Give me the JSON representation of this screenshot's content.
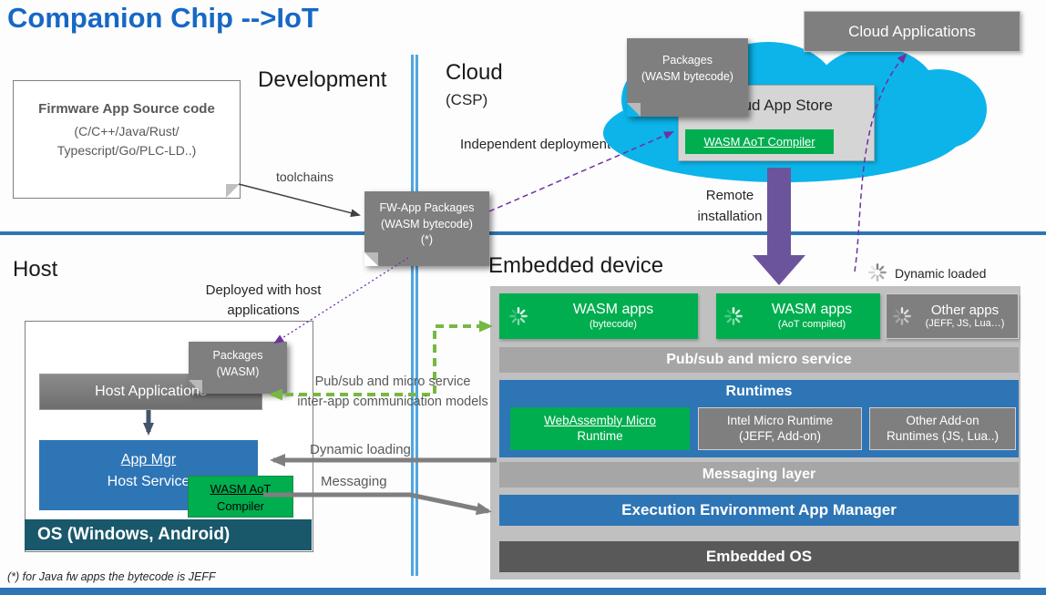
{
  "title": "Companion Chip -->IoT",
  "footnote": "(*) for Java fw apps the bytecode is JEFF",
  "section_labels": {
    "development": "Development",
    "cloud": "Cloud",
    "cloud_sub": "(CSP)",
    "host": "Host",
    "embedded_device": "Embedded device"
  },
  "firmware_box": {
    "title": "Firmware App Source code",
    "line2": "(C/C++/Java/Rust/",
    "line3": "Typescript/Go/PLC-LD..)"
  },
  "notes": {
    "fw_app_packages": {
      "line1": "FW-App Packages",
      "line2": "(WASM bytecode)",
      "line3": "(*)"
    },
    "packages_bytecode": {
      "line1": "Packages",
      "line2": "(WASM bytecode)"
    },
    "packages_wasm": {
      "line1": "Packages",
      "line2": "(WASM)"
    }
  },
  "flow_labels": {
    "toolchains": "toolchains",
    "independent_deployment": "Independent deployment",
    "remote_line1": "Remote",
    "remote_line2": "installation",
    "deployed_line1": "Deployed with host",
    "deployed_line2": "applications",
    "pubsub_line1": "Pub/sub and micro service",
    "pubsub_line2": "inter-app communication models",
    "dynamic_loading": "Dynamic loading",
    "messaging": "Messaging",
    "dynamic_loaded": "Dynamic loaded"
  },
  "cloud": {
    "applications_box": "Cloud Applications",
    "app_store_title": "Cloud App Store",
    "compiler": "WASM AoT Compiler"
  },
  "host": {
    "applications": "Host Applications",
    "app_mgr_line1": "App Mgr",
    "app_mgr_line2": "Host Service",
    "compiler_line1": "WASM AoT",
    "compiler_line2": "Compiler",
    "os_bar": "OS (Windows, Android)"
  },
  "embedded": {
    "apps": [
      {
        "title": "WASM apps",
        "subtitle": "(bytecode)"
      },
      {
        "title": "WASM apps",
        "subtitle": "(AoT compiled)"
      },
      {
        "title": "Other apps",
        "subtitle": "(JEFF, JS, Lua…)"
      }
    ],
    "pubsub_bar": "Pub/sub and micro service",
    "runtimes_title": "Runtimes",
    "runtimes": [
      {
        "line1": "WebAssembly Micro",
        "line2": "Runtime"
      },
      {
        "line1": "Intel Micro Runtime",
        "line2": "(JEFF, Add-on)"
      },
      {
        "line1": "Other Add-on",
        "line2": "Runtimes (JS, Lua..)"
      }
    ],
    "messaging_bar": "Messaging layer",
    "execution_bar": "Execution Environment App Manager",
    "os_bar": "Embedded OS"
  },
  "colors": {
    "title_blue": "#1668C4",
    "accent_blue": "#2E75B6",
    "divider_blue": "#4FA7DF",
    "green": "#00AE4F",
    "gray_box": "#7F7F7F",
    "gray_bar": "#A6A6A6",
    "embedded_bg": "#C0C0C0",
    "host_os_teal": "#19576B",
    "embedded_os_gray": "#595959",
    "cloud_cyan": "#0CB4EA",
    "purple": "#7030A0",
    "block_arrow_purple": "#6C549D",
    "green_arrow": "#77B843"
  }
}
